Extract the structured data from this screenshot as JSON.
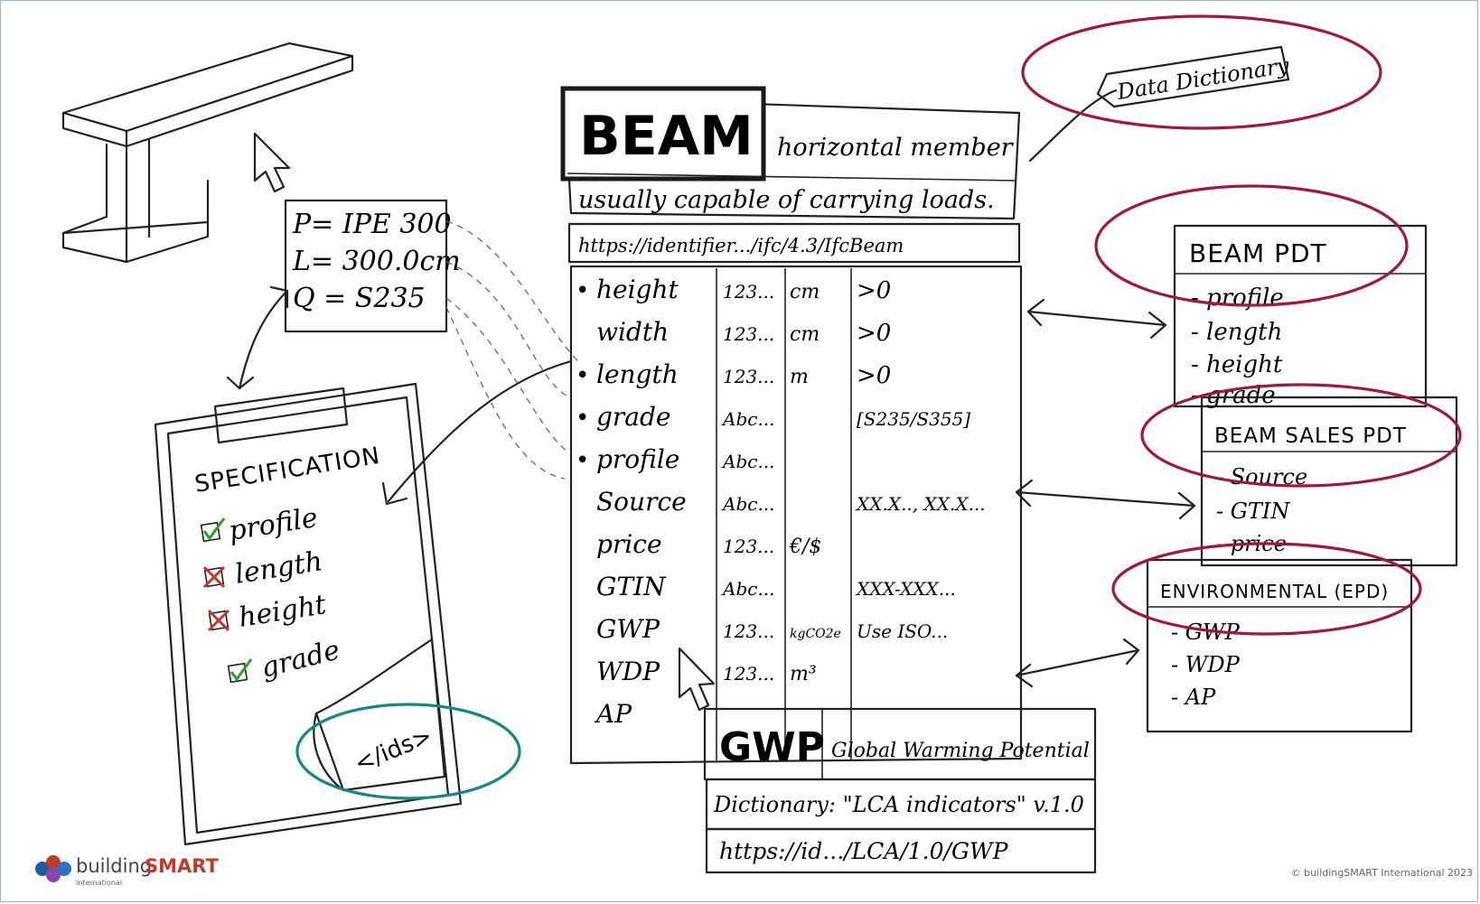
{
  "beam_card": {
    "title": "BEAM",
    "description_line1": "horizontal member",
    "description_line2": "usually capable of carrying loads.",
    "uri": "https://identifier.../ifc/4.3/IfcBeam",
    "properties": [
      {
        "bullet": "•",
        "name": "height",
        "type": "123...",
        "unit": "cm",
        "rule": ">0"
      },
      {
        "bullet": "",
        "name": "width",
        "type": "123...",
        "unit": "cm",
        "rule": ">0"
      },
      {
        "bullet": "•",
        "name": "length",
        "type": "123...",
        "unit": "m",
        "rule": ">0"
      },
      {
        "bullet": "•",
        "name": "grade",
        "type": "Abc...",
        "unit": "",
        "rule": "[S235/S355]"
      },
      {
        "bullet": "•",
        "name": "profile",
        "type": "Abc...",
        "unit": "",
        "rule": ""
      },
      {
        "bullet": "",
        "name": "Source",
        "type": "Abc...",
        "unit": "",
        "rule": "XX.X.., XX.X..."
      },
      {
        "bullet": "",
        "name": "price",
        "type": "123...",
        "unit": "€/$",
        "rule": ""
      },
      {
        "bullet": "",
        "name": "GTIN",
        "type": "Abc...",
        "unit": "",
        "rule": "XXX-XXX..."
      },
      {
        "bullet": "",
        "name": "GWP",
        "type": "123...",
        "unit": "kgCO2e",
        "rule": "Use ISO..."
      },
      {
        "bullet": "",
        "name": "WDP",
        "type": "123...",
        "unit": "m³",
        "rule": ""
      },
      {
        "bullet": "",
        "name": "AP",
        "type": "",
        "unit": "",
        "rule": ""
      }
    ]
  },
  "data_dictionary_tag": "Data Dictionary",
  "instance_card": {
    "lines": [
      "P= IPE 300",
      "L= 300.0cm",
      "Q = S235"
    ]
  },
  "specification": {
    "title": "SPECIFICATION",
    "items": [
      {
        "label": "profile",
        "status": "ok"
      },
      {
        "label": "length",
        "status": "fail"
      },
      {
        "label": "height",
        "status": "fail"
      },
      {
        "label": "grade",
        "status": "ok"
      }
    ],
    "ids_tag": "</ids>"
  },
  "pdt_beam": {
    "title": "BEAM PDT",
    "items": [
      "- profile",
      "- length",
      "- height",
      "- grade"
    ]
  },
  "pdt_sales": {
    "title": "BEAM SALES PDT",
    "items": [
      "- Source",
      "- GTIN",
      "- price"
    ]
  },
  "pdt_env": {
    "title": "ENVIRONMENTAL (EPD)",
    "items": [
      "- GWP",
      "- WDP",
      "- AP"
    ]
  },
  "gwp_card": {
    "title": "GWP",
    "description": "Global Warming Potential",
    "dictionary": "Dictionary: \"LCA indicators\" v.1.0",
    "uri": "https://id.../LCA/1.0/GWP"
  },
  "footer": {
    "logo_text_building": "building",
    "logo_text_smart": "SMART",
    "logo_sub": "International",
    "copyright": "© buildingSMART International 2023"
  },
  "colors": {
    "highlight_red": "#a3163e",
    "highlight_teal": "#138a7d",
    "check_green": "#2e9d2e",
    "cross_red": "#c0392b"
  }
}
